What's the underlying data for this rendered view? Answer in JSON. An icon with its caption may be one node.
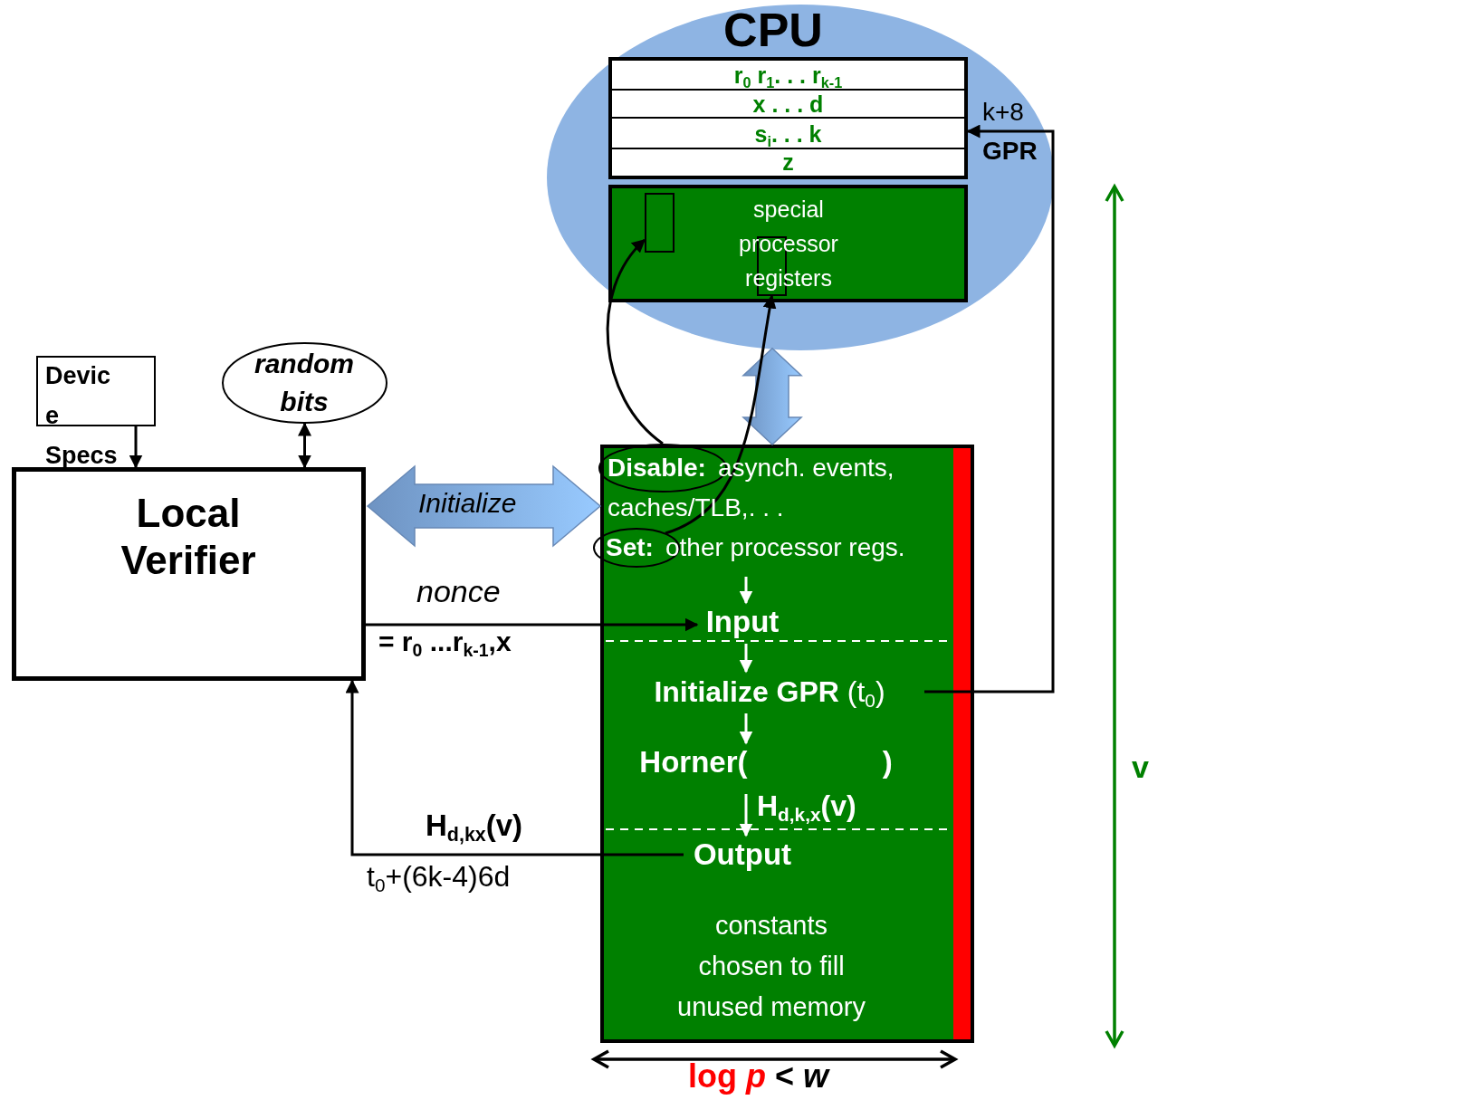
{
  "diagram": {
    "nodes": [
      {
        "text": [
          "CPU"
        ]
      },
      {
        "text": [
          "r$_{0}$ r$_{1}$. . . r$_{k-1}$",
          "x . . . d",
          "s$_{i}$. . . k",
          "z"
        ],
        "in": 0,
        "beside": [
          "k+8",
          "GPR"
        ]
      },
      {
        "text": [
          "special processor registers"
        ],
        "in": 0
      },
      {
        "text": [],
        "shape": "box",
        "in": 2
      },
      {
        "text": [],
        "shape": "box",
        "in": 2
      },
      {
        "text": [
          "Devic e Specs"
        ]
      },
      {
        "text": [
          "random bits"
        ]
      },
      {
        "text": [
          "Local Verifier"
        ]
      },
      {
        "text": [],
        "shape": "box"
      },
      {
        "text": [
          "Disable:"
        ],
        "in": 8,
        "beside": [
          "asynch. events, caches/TLB,. . ."
        ]
      },
      {
        "text": [
          "Set:"
        ],
        "in": 8,
        "beside": [
          "other processor regs."
        ]
      },
      {
        "text": [
          "Input"
        ],
        "in": 8
      },
      {
        "text": [
          "**Initialize GPR** (t$_{0}$)"
        ],
        "in": 8
      },
      {
        "text": [
          "Horner( )"
        ],
        "in": 8
      },
      {
        "text": [
          "Output"
        ],
        "in": 8
      },
      {
        "text": [
          "constants chosen to fill unused memory"
        ],
        "in": 8
      }
    ],
    "edges": [
      {
        "from": 5,
        "to": 7,
        "arrow": "to"
      },
      {
        "from": 6,
        "to": 7,
        "arrow": "both"
      },
      {
        "from": 7,
        "to": 8,
        "arrow": "both",
        "label": "Initialize",
        "style": "thick",
        "color": "#7fa9e0"
      },
      {
        "from": 0,
        "to": 8,
        "arrow": "both",
        "style": "thick",
        "color": "#7fa9e0"
      },
      {
        "from": 7,
        "to": 11,
        "arrow": "to",
        "label": "nonce"
      },
      {
        "from": 14,
        "to": 7,
        "arrow": "to",
        "label": "H$_{d,kx}$(v)"
      },
      {
        "from": 12,
        "to": 1,
        "arrow": "to"
      },
      {
        "from": 9,
        "to": 3,
        "arrow": "to"
      },
      {
        "from": 10,
        "to": 4,
        "arrow": "to"
      },
      {
        "from": 10,
        "to": 11,
        "arrow": "to",
        "color": "#ffffff"
      },
      {
        "from": 11,
        "to": 12,
        "arrow": "to",
        "color": "#ffffff"
      },
      {
        "from": 12,
        "to": 13,
        "arrow": "to",
        "color": "#ffffff"
      },
      {
        "from": 13,
        "to": 14,
        "arrow": "to",
        "color": "#ffffff",
        "label": "H$_{d,k,x}$(v)"
      }
    ],
    "labels": [
      "= r$_{0}$ ...r$_{k-1}$,x",
      "v",
      "t$_{0}$+(6k-4)6d",
      "log *p*",
      "< *w*"
    ]
  }
}
